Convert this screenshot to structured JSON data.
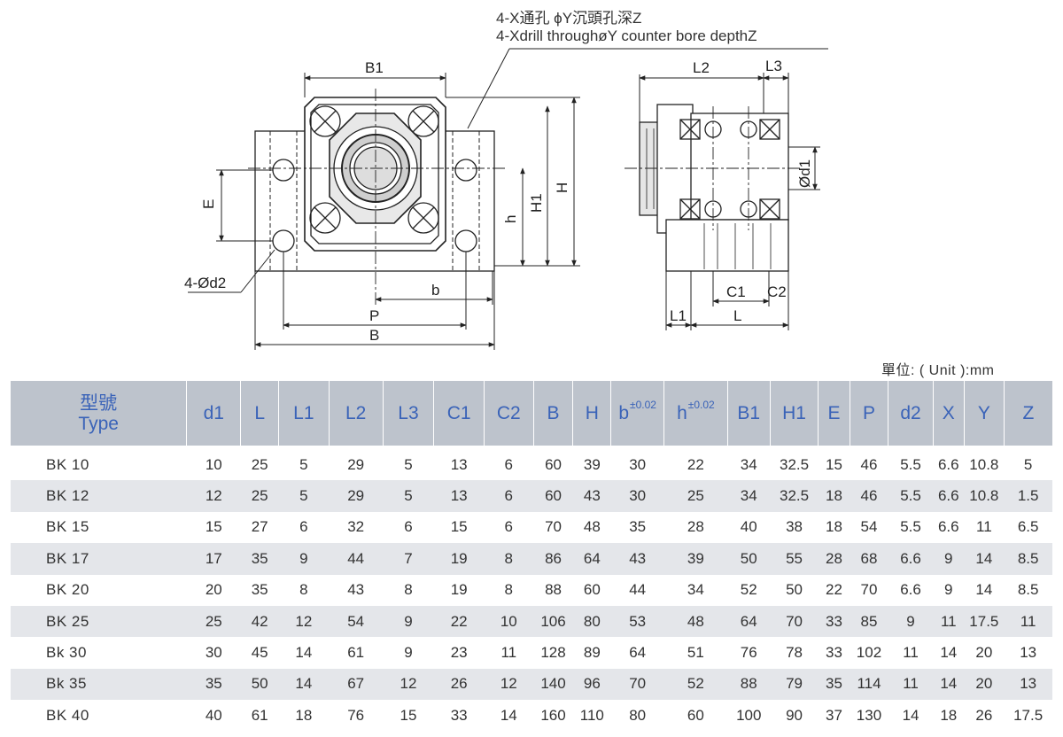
{
  "notes": {
    "line_cn": "4-X通孔 ϕY沉頭孔深Z",
    "line_en": "4-Xdrill throughøY counter bore depthZ"
  },
  "front_view_labels": {
    "b1": "B1",
    "e": "E",
    "h": "h",
    "h1": "H1",
    "h_cap": "H",
    "d2": "4-Ød2",
    "b": "b",
    "p": "P",
    "b_cap": "B"
  },
  "side_view_labels": {
    "l2": "L2",
    "l3": "L3",
    "d1": "Ød1",
    "c1": "C1",
    "c2": "C2",
    "l1": "L1",
    "l": "L"
  },
  "unit_label": "單位: ( Unit ):mm",
  "table": {
    "type_header_cn": "型號",
    "type_header_en": "Type",
    "headers": [
      "d1",
      "L",
      "L1",
      "L2",
      "L3",
      "C1",
      "C2",
      "B",
      "H",
      "b",
      "h",
      "B1",
      "H1",
      "E",
      "P",
      "d2",
      "X",
      "Y",
      "Z"
    ],
    "tolerance": "±0.02",
    "rows": [
      {
        "type": "BK  10",
        "values": [
          "10",
          "25",
          "5",
          "29",
          "5",
          "13",
          "6",
          "60",
          "39",
          "30",
          "22",
          "34",
          "32.5",
          "15",
          "46",
          "5.5",
          "6.6",
          "10.8",
          "5"
        ]
      },
      {
        "type": "BK  12",
        "values": [
          "12",
          "25",
          "5",
          "29",
          "5",
          "13",
          "6",
          "60",
          "43",
          "30",
          "25",
          "34",
          "32.5",
          "18",
          "46",
          "5.5",
          "6.6",
          "10.8",
          "1.5"
        ]
      },
      {
        "type": "BK  15",
        "values": [
          "15",
          "27",
          "6",
          "32",
          "6",
          "15",
          "6",
          "70",
          "48",
          "35",
          "28",
          "40",
          "38",
          "18",
          "54",
          "5.5",
          "6.6",
          "11",
          "6.5"
        ]
      },
      {
        "type": "BK  17",
        "values": [
          "17",
          "35",
          "9",
          "44",
          "7",
          "19",
          "8",
          "86",
          "64",
          "43",
          "39",
          "50",
          "55",
          "28",
          "68",
          "6.6",
          "9",
          "14",
          "8.5"
        ]
      },
      {
        "type": "BK  20",
        "values": [
          "20",
          "35",
          "8",
          "43",
          "8",
          "19",
          "8",
          "88",
          "60",
          "44",
          "34",
          "52",
          "50",
          "22",
          "70",
          "6.6",
          "9",
          "14",
          "8.5"
        ]
      },
      {
        "type": "BK  25",
        "values": [
          "25",
          "42",
          "12",
          "54",
          "9",
          "22",
          "10",
          "106",
          "80",
          "53",
          "48",
          "64",
          "70",
          "33",
          "85",
          "9",
          "11",
          "17.5",
          "11"
        ]
      },
      {
        "type": "Bk  30",
        "values": [
          "30",
          "45",
          "14",
          "61",
          "9",
          "23",
          "11",
          "128",
          "89",
          "64",
          "51",
          "76",
          "78",
          "33",
          "102",
          "11",
          "14",
          "20",
          "13"
        ]
      },
      {
        "type": "Bk  35",
        "values": [
          "35",
          "50",
          "14",
          "67",
          "12",
          "26",
          "12",
          "140",
          "96",
          "70",
          "52",
          "88",
          "79",
          "35",
          "114",
          "11",
          "14",
          "20",
          "13"
        ]
      },
      {
        "type": "BK  40",
        "values": [
          "40",
          "61",
          "18",
          "76",
          "15",
          "33",
          "14",
          "160",
          "110",
          "80",
          "60",
          "100",
          "90",
          "37",
          "130",
          "14",
          "18",
          "26",
          "17.5"
        ]
      }
    ]
  }
}
